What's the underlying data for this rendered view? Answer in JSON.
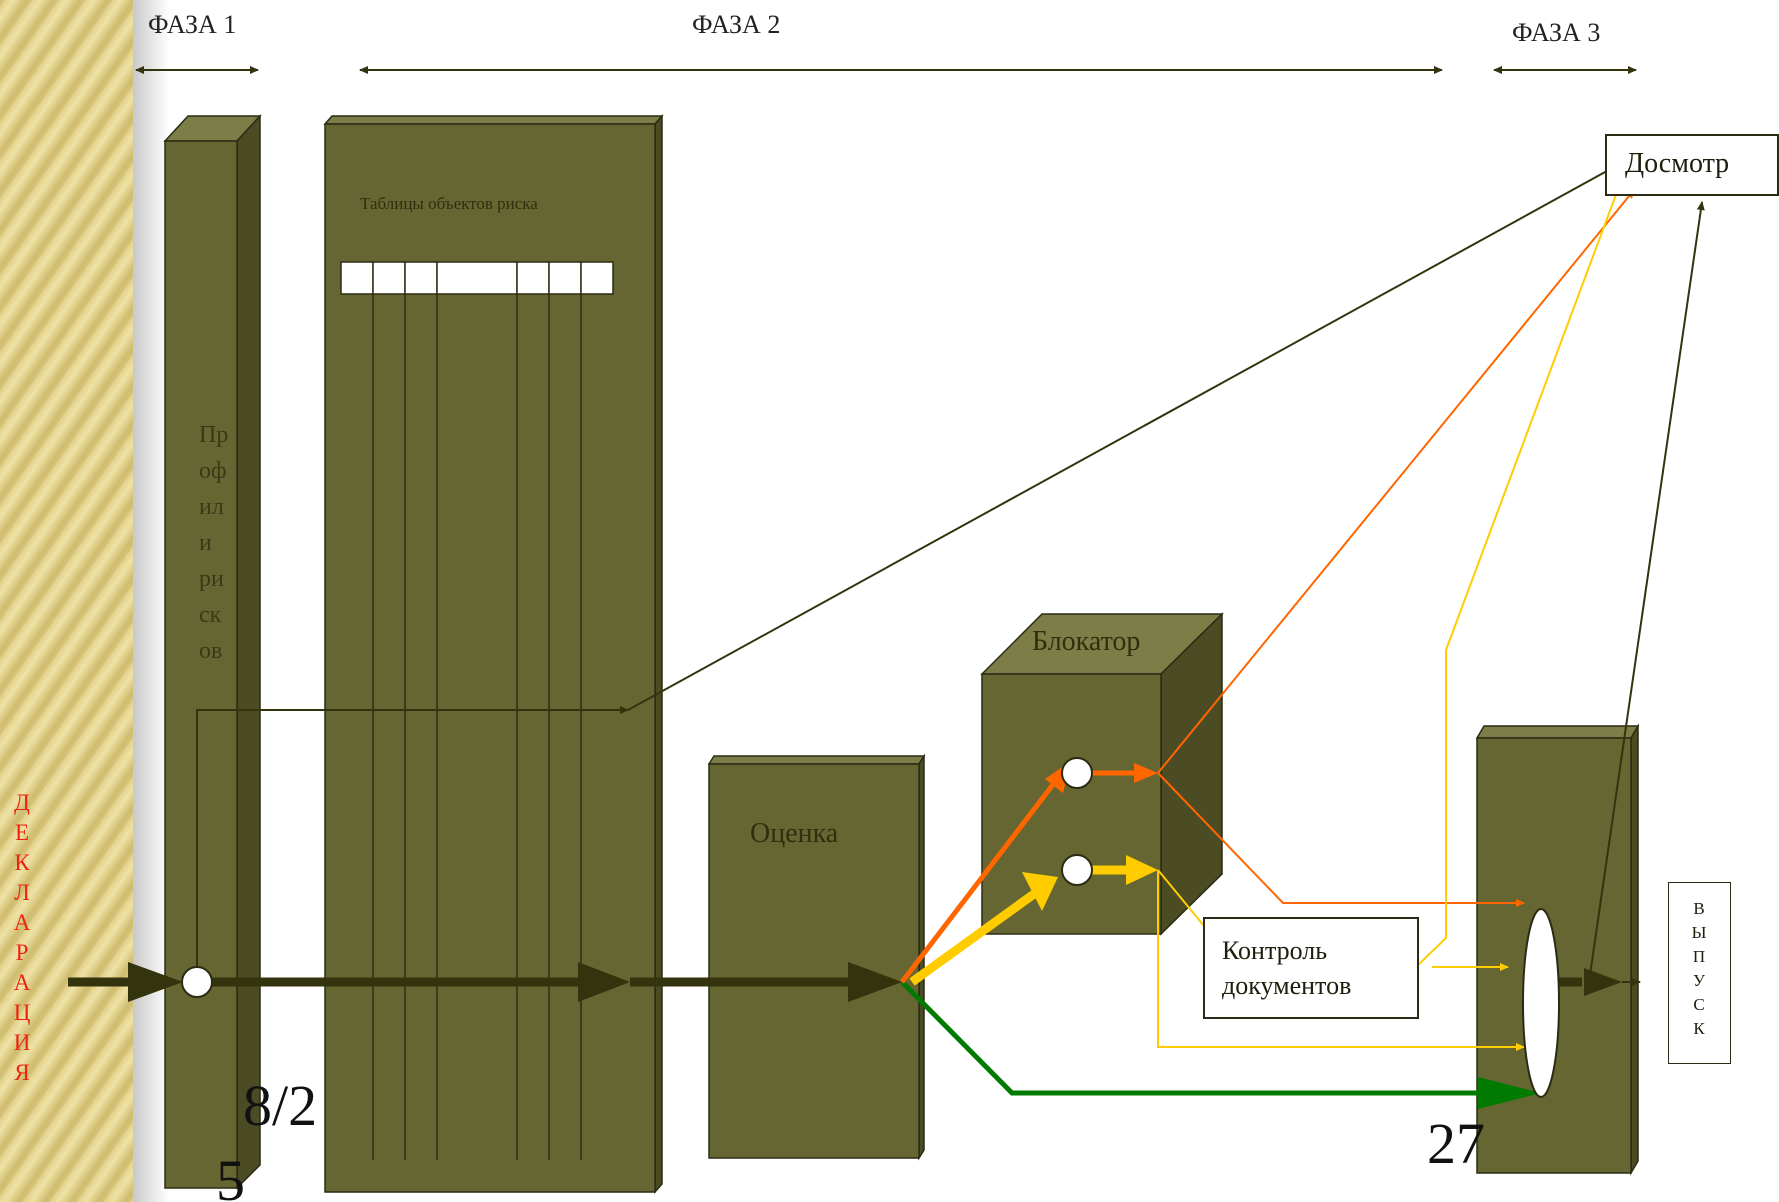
{
  "phases": {
    "phase1": "ФАЗА 1",
    "phase2": "ФАЗА 2",
    "phase3": "ФАЗА 3"
  },
  "labels": {
    "risk_profiles": [
      "Пр",
      "оф",
      "ил",
      "и",
      "ри",
      "ск",
      "ов"
    ],
    "risk_tables": "Таблицы объектов риска",
    "evaluation": "Оценка",
    "blocker": "Блокатор",
    "inspection": "Досмотр",
    "doc_control_line1": "Контроль",
    "doc_control_line2": "документов",
    "declaration": [
      "Д",
      "Е",
      "К",
      "Л",
      "А",
      "Р",
      "А",
      "Ц",
      "И",
      "Я"
    ],
    "release": [
      "В",
      "Ы",
      "П",
      "У",
      "С",
      "К"
    ]
  },
  "overlay_text": {
    "fraction": "8/2",
    "bottom_left": "5",
    "page_number": "27"
  },
  "colors": {
    "block_face": "#666632",
    "block_top": "#7d7d48",
    "block_side": "#4b4b24",
    "main_flow": "#33330d",
    "red_route": "#ff6600",
    "yellow_route": "#ffcc00",
    "green_route": "#007a00",
    "declaration_text": "#ee2200",
    "decor_band": "#e0cf86"
  }
}
